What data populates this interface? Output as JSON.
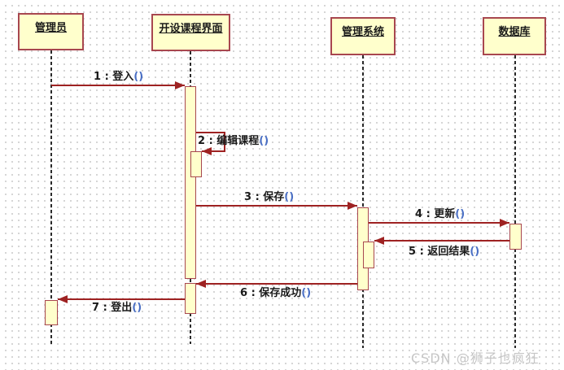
{
  "diagram": {
    "kind": "uml-sequence-diagram",
    "watermark": "CSDN @狮子也疯狂"
  },
  "colors": {
    "box_fill": "#FFFFCC",
    "box_border": "#A8474F",
    "message_line": "#9E2222",
    "label_text": "#1A1A1A",
    "label_parens": "#4A6FC4",
    "lifeline": "#2A2A2A",
    "grid_dot": "#D2D2D2",
    "watermark_text": "#C6C6C6"
  },
  "actors": [
    {
      "name": "管理员"
    },
    {
      "name": "开设课程界面"
    },
    {
      "name": "管理系统"
    },
    {
      "name": "数据库"
    }
  ],
  "messages": [
    {
      "seq": "1",
      "label": "1 : 登入",
      "suffix": "()",
      "from": "管理员",
      "to": "开设课程界面"
    },
    {
      "seq": "2",
      "label": "2 : 编辑课程",
      "suffix": "()",
      "from": "开设课程界面",
      "to": "开设课程界面"
    },
    {
      "seq": "3",
      "label": "3 : 保存",
      "suffix": "()",
      "from": "开设课程界面",
      "to": "管理系统"
    },
    {
      "seq": "4",
      "label": "4 : 更新",
      "suffix": "()",
      "from": "管理系统",
      "to": "数据库"
    },
    {
      "seq": "5",
      "label": "5 : 返回结果",
      "suffix": "()",
      "from": "数据库",
      "to": "管理系统"
    },
    {
      "seq": "6",
      "label": "6 : 保存成功",
      "suffix": "()",
      "from": "管理系统",
      "to": "开设课程界面"
    },
    {
      "seq": "7",
      "label": "7 : 登出",
      "suffix": "()",
      "from": "开设课程界面",
      "to": "管理员"
    }
  ]
}
